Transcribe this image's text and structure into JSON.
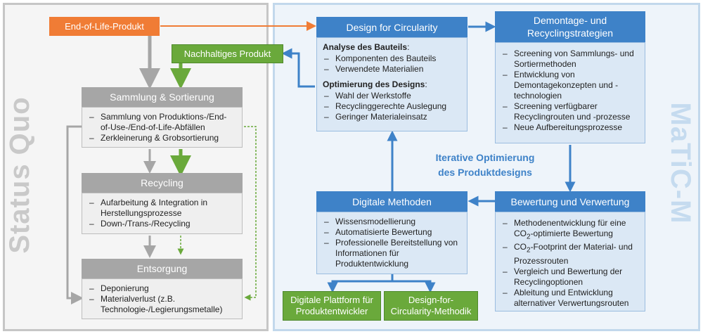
{
  "left_panel": {
    "title": "Status Quo"
  },
  "right_panel": {
    "title": "MaTiC-M"
  },
  "eol_product": "End-of-Life-Produkt",
  "sustainable_product": "Nachhaltiges Produkt",
  "sammlung": {
    "title": "Sammlung & Sortierung",
    "items": [
      "Sammlung von Produktions-/End-of-Use-/End-of-Life-Abfällen",
      "Zerkleinerung & Grobsortierung"
    ]
  },
  "recycling": {
    "title": "Recycling",
    "items": [
      "Aufarbeitung & Integration in Herstellungsprozesse",
      "Down-/Trans-/Recycling"
    ]
  },
  "entsorgung": {
    "title": "Entsorgung",
    "items": [
      "Deponierung",
      "Materialverlust (z.B. Technologie-/Legierungsmetalle)"
    ]
  },
  "design": {
    "title": "Design for Circularity",
    "section1_title": "Analyse des Bauteils",
    "section1_colon": ":",
    "section1_items": [
      "Komponenten des Bauteils",
      "Verwendete Materialien"
    ],
    "section2_title": "Optimierung des Designs",
    "section2_colon": ":",
    "section2_items": [
      "Wahl der Werkstoffe",
      "Recyclinggerechte Auslegung",
      "Geringer Materialeinsatz"
    ]
  },
  "demontage": {
    "title": "Demontage- und Recyclingstrategien",
    "items": [
      "Screening von Sammlungs- und Sortiermethoden",
      "Entwicklung von Demontagekonzepten und -technologien",
      "Screening verfügbarer Recyclingrouten und -prozesse",
      "Neue Aufbereitungsprozesse"
    ]
  },
  "center_label": {
    "line1": "Iterative Optimierung",
    "line2": "des Produktdesigns"
  },
  "digitale": {
    "title": "Digitale Methoden",
    "items": [
      "Wissensmodellierung",
      "Automatisierte Bewertung",
      "Professionelle Bereitstellung von Informationen für Produktentwicklung"
    ]
  },
  "bewertung": {
    "title": "Bewertung und Verwertung",
    "items": [
      {
        "pre": "Methodenentwicklung für eine CO",
        "sub": "2",
        "post": "-optimierte Bewertung"
      },
      {
        "pre": "CO",
        "sub": "2",
        "post": "-Footprint der Material- und Prozessrouten"
      },
      {
        "pre": "Vergleich und Bewertung der Recyclingoptionen",
        "sub": "",
        "post": ""
      },
      {
        "pre": "Ableitung und Entwicklung alternativer Verwertungsrouten",
        "sub": "",
        "post": ""
      }
    ]
  },
  "output_plattform": "Digitale Plattform für Produktentwickler",
  "output_methodik": "Design-for-Circularity-Methodik",
  "colors": {
    "orange": "#f07c35",
    "green": "#6aa93b",
    "blue": "#3e82c8",
    "gray": "#a6a6a6"
  }
}
